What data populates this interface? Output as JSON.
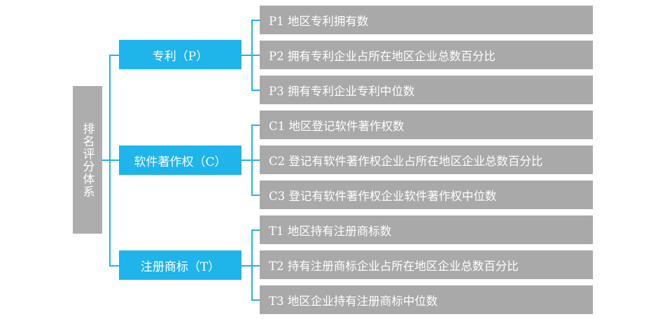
{
  "root": {
    "label": "排名评分体系"
  },
  "categories": [
    {
      "label": "专利（P）",
      "indicators": [
        "P1 地区专利拥有数",
        "P2 拥有专利企业占所在地区企业总数百分比",
        "P3 拥有专利企业专利中位数"
      ]
    },
    {
      "label": "软件著作权（C）",
      "indicators": [
        "C1 地区登记软件著作权数",
        "C2 登记有软件著作权企业占所在地区企业总数百分比",
        "C3 登记有软件著作权企业软件著作权中位数"
      ]
    },
    {
      "label": "注册商标（T）",
      "indicators": [
        "T1 地区持有注册商标数",
        "T2 持有注册商标企业占所在地区企业总数百分比",
        "T3 地区企业持有注册商标中位数"
      ]
    }
  ],
  "colors": {
    "root_fill": "#adadad",
    "category_fill": "#1fb4ea",
    "indicator_fill": "#a9a9a9",
    "connector": "#1fb4ea",
    "text": "#ffffff"
  }
}
